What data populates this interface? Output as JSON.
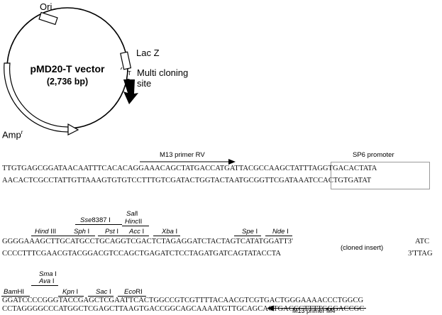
{
  "plasmid": {
    "title": "pMD20-T vector",
    "size": "(2,736 bp)",
    "features": {
      "ori": "Ori",
      "lacz": "Lac Z",
      "mcs_line1": "Multi cloning",
      "mcs_line2": "site",
      "amp": "Amp",
      "amp_sup": "r",
      "t1": "T",
      "t2": "T"
    }
  },
  "block1": {
    "primer_rv": "M13 primer RV",
    "sp6": "SP6 promoter",
    "seq_top": "TTGTGAGCGGATAACAATTTCACACAGGAAACAGCTATGACCATGATTACGCCAAGCTATTTAGGTGACACTATA",
    "seq_bottom": "AACACTCGCCTATTGTTAAAGTGTGTCCTTTGTCGATACTGGTACTAATGCGGTTCGATAAATCCACTGTGATAT"
  },
  "block2": {
    "sites": {
      "hind": "Hind",
      "hind_num": "III",
      "sph": "Sph",
      "sph_num": "I",
      "sse": "Sse",
      "sse_num": "8387  I",
      "pst": "Pst",
      "pst_num": "I",
      "sal": "Sal",
      "sal_num": "I",
      "hinc": "Hinc",
      "hinc_num": "II",
      "acc": "Acc",
      "acc_num": "I",
      "xba": "Xba",
      "xba_num": "I",
      "spe": "Spe",
      "spe_num": "I",
      "nde": "Nde",
      "nde_num": "I"
    },
    "seq_top": "GGGGAAAGCTTGCATGCCTGCAGGTCGACTCTAGAGGATCTACTAGTCATATGGATT3'",
    "seq_bottom": "CCCCTTTCGAACGTACGGACGTCCAGCTGAGATCTCCTAGATGATCAGTATACCTA",
    "insert": "(cloned insert)",
    "right_top": "ATC",
    "right_bottom": "3'TTAG"
  },
  "block3": {
    "sites": {
      "sma": "Sma",
      "sma_num": "I",
      "ava": "Ava",
      "ava_num": "I",
      "bam": "Bam",
      "bam_num": "HI",
      "kpn": "Kpn",
      "kpn_num": "I",
      "sac": "Sac",
      "sac_num": "I",
      "eco": "Eco",
      "eco_num": "RI"
    },
    "seq_top": "GGATCCCCGGGTACCGAGCTCGAATTCACTGGCCGTCGTTTTACAACGTCGTGACTGGGAAAACCCTGGCG",
    "seq_bottom": "CCTAGGGGCCCATGGCTCGAGCTTAAGTGACCGGCAGCAAAATGTTGCAGCACTGACCCTTTTGGGACCGC",
    "primer_m4": "M13 primer M4"
  }
}
